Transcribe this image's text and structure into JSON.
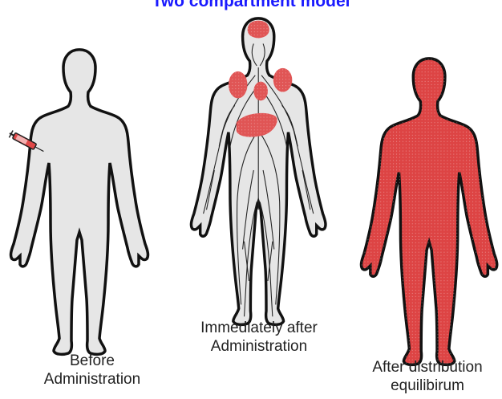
{
  "title": "Two compartment model",
  "colors": {
    "body_empty": "#e6e6e6",
    "body_filled": "#dd4444",
    "outline": "#111111",
    "organ": "#e05555",
    "title": "#1a1aff"
  },
  "figures": [
    {
      "id": "before",
      "caption_line1": "Before",
      "caption_line2": "Administration",
      "icon": "syringe-icon"
    },
    {
      "id": "immediate",
      "caption_line1": "Immediately after",
      "caption_line2": "Administration",
      "organs": [
        "brain",
        "lung-left",
        "heart",
        "lung-right",
        "liver"
      ]
    },
    {
      "id": "after",
      "caption_line1": "After distribution",
      "caption_line2": "equilibirum"
    }
  ]
}
